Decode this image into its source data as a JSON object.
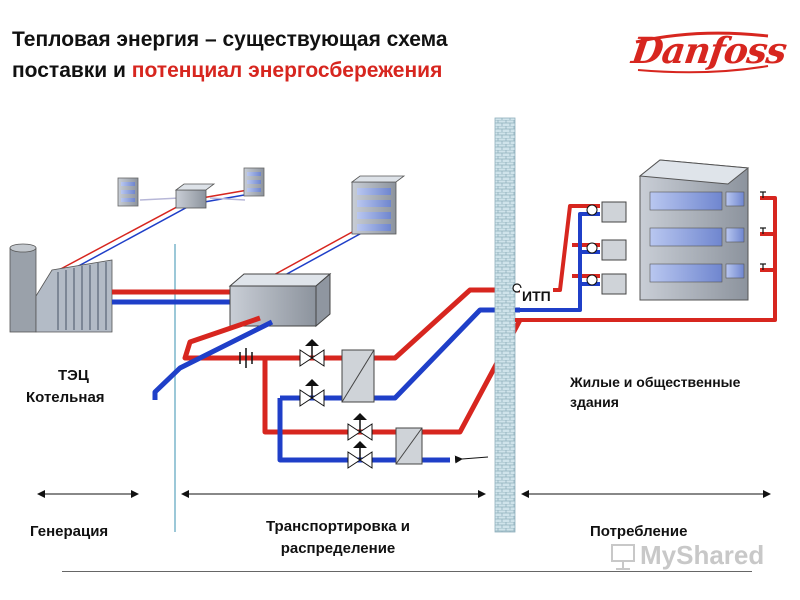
{
  "title": {
    "line1": "Тепловая энергия – существующая схема",
    "line2_prefix": "поставки и ",
    "line2_accent": "потенциал энергосбережения"
  },
  "logo": {
    "text": "Danfoss"
  },
  "labels": {
    "chp": "ТЭЦ",
    "boiler": "Котельная",
    "itp": "ИТП",
    "buildings": "Жилые и общественные здания",
    "generation": "Генерация",
    "transport": "Транспортировка и распределение",
    "consumption": "Потребление"
  },
  "watermark": {
    "text": "MyShared"
  },
  "colors": {
    "supply": "#d7261f",
    "return": "#1f3fc8",
    "accent": "#d7261f"
  }
}
